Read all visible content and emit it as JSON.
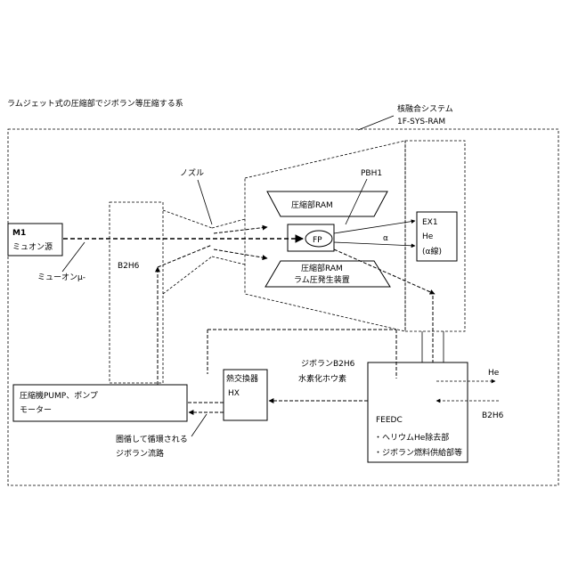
{
  "title": "ラムジェット式の圧縮部でジボラン等圧縮する系",
  "system": {
    "name": "核融合システム",
    "code": "1F-SYS-RAM"
  },
  "m1_box": {
    "line1": "M1",
    "line2": "ミュオン源"
  },
  "muon_label": "ミューオンμ-",
  "nozzle_label": "ノズル",
  "b2h6_left": "B2H6",
  "pbh1_label": "PBH1",
  "compress_ram_top": "圧縮部RAM",
  "compress_ram_bottom": "圧縮部RAM",
  "ram_gen": "ラム圧発生装置",
  "fp_label": "FP",
  "alpha_label": "α",
  "ex1_box": {
    "line1": "EX1",
    "line2": "He",
    "line3": "(α線)"
  },
  "pump_box": {
    "line1": "圧縮機PUMP、ポンプ",
    "line2": "モーター"
  },
  "hx_box": {
    "line1": "熱交換器",
    "line2": "HX"
  },
  "diborane_label": {
    "line1": "ジボランB2H6",
    "line2": "水素化ホウ素"
  },
  "he_out": "He",
  "b2h6_in": "B2H6",
  "feedc_box": {
    "line1": "FEEDC",
    "line2": "・ヘリウムHe除去部",
    "line3": "・ジボラン燃料供給部等"
  },
  "loop_label": {
    "line1": "圏循して循環される",
    "line2": "ジボラン流路"
  }
}
